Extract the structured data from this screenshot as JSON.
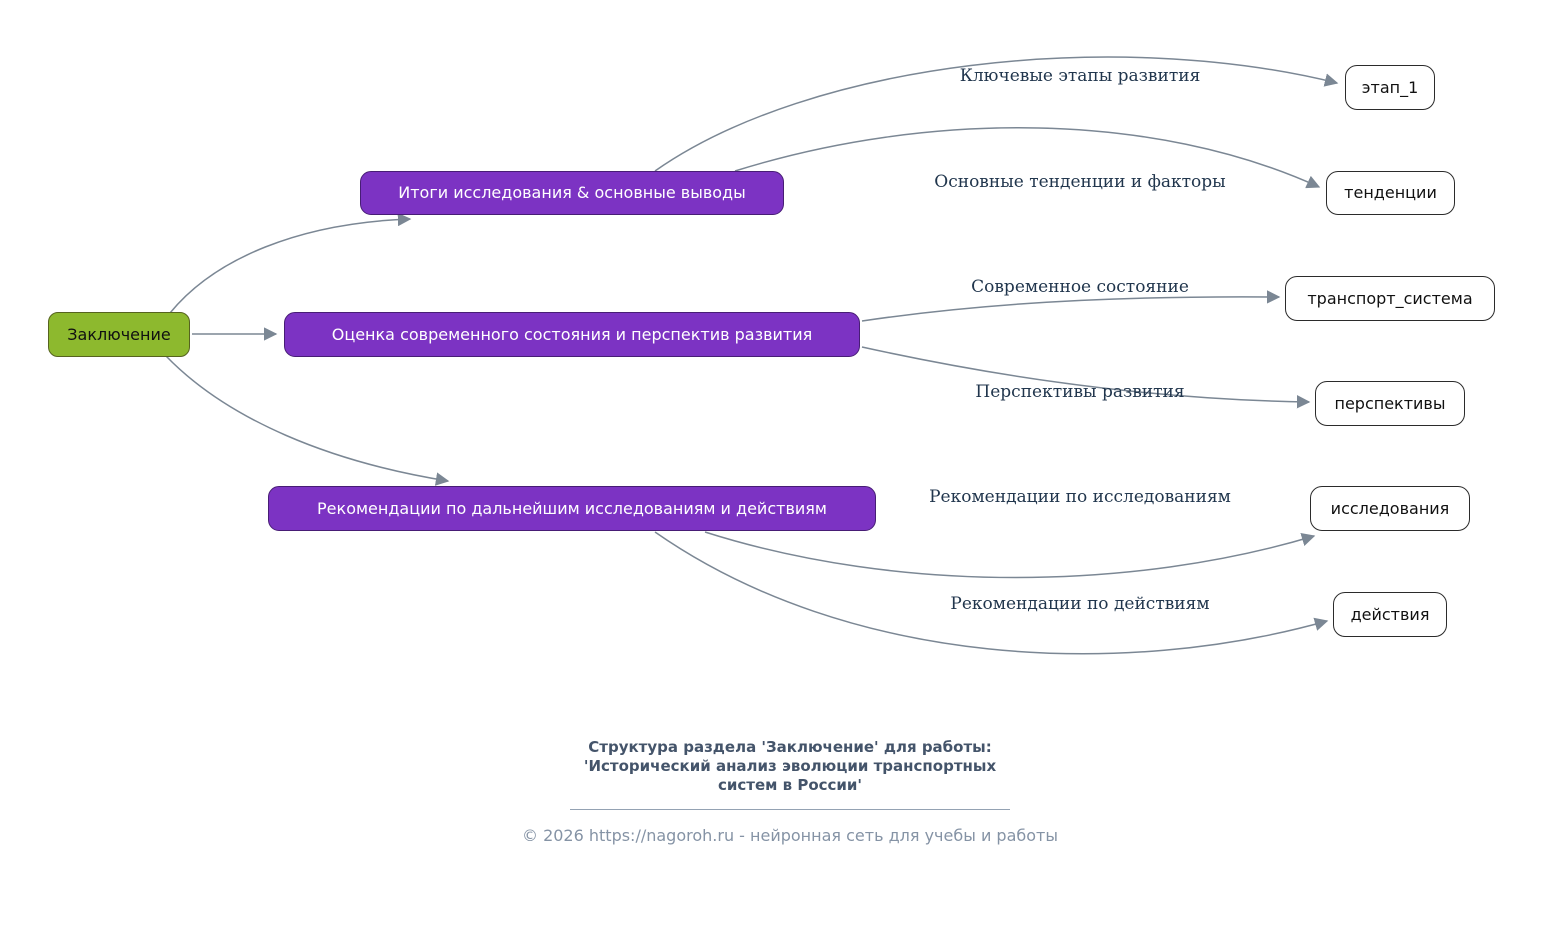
{
  "diagram": {
    "root": {
      "label": "Заключение"
    },
    "branches": [
      {
        "label": "Итоги исследования & основные выводы",
        "children": [
          {
            "edge_label": "Ключевые этапы развития",
            "label": "этап_1"
          },
          {
            "edge_label": "Основные тенденции и факторы",
            "label": "тенденции"
          }
        ]
      },
      {
        "label": "Оценка современного состояния и перспектив развития",
        "children": [
          {
            "edge_label": "Современное состояние",
            "label": "транспорт_система"
          },
          {
            "edge_label": "Перспективы развития",
            "label": "перспективы"
          }
        ]
      },
      {
        "label": "Рекомендации по дальнейшим исследованиям и действиям",
        "children": [
          {
            "edge_label": "Рекомендации по исследованиям",
            "label": "исследования"
          },
          {
            "edge_label": "Рекомендации по действиям",
            "label": "действия"
          }
        ]
      }
    ]
  },
  "footer": {
    "title_lines": [
      "Структура раздела 'Заключение' для работы:",
      "'Исторический анализ эволюции транспортных",
      "систем в России'"
    ],
    "copyright": "© 2026 https://nagoroh.ru - нейронная сеть для учебы и работы"
  },
  "colors": {
    "root_fill": "#8db92e",
    "branch_fill": "#7c33c3",
    "branch_text": "#ffffff",
    "leaf_fill": "#ffffff",
    "leaf_border": "#2b2b2b",
    "edge_stroke": "#7b8794",
    "edge_label_text": "#21364d",
    "footer_title_text": "#44546a",
    "footer_copyright_text": "#8593a5"
  }
}
